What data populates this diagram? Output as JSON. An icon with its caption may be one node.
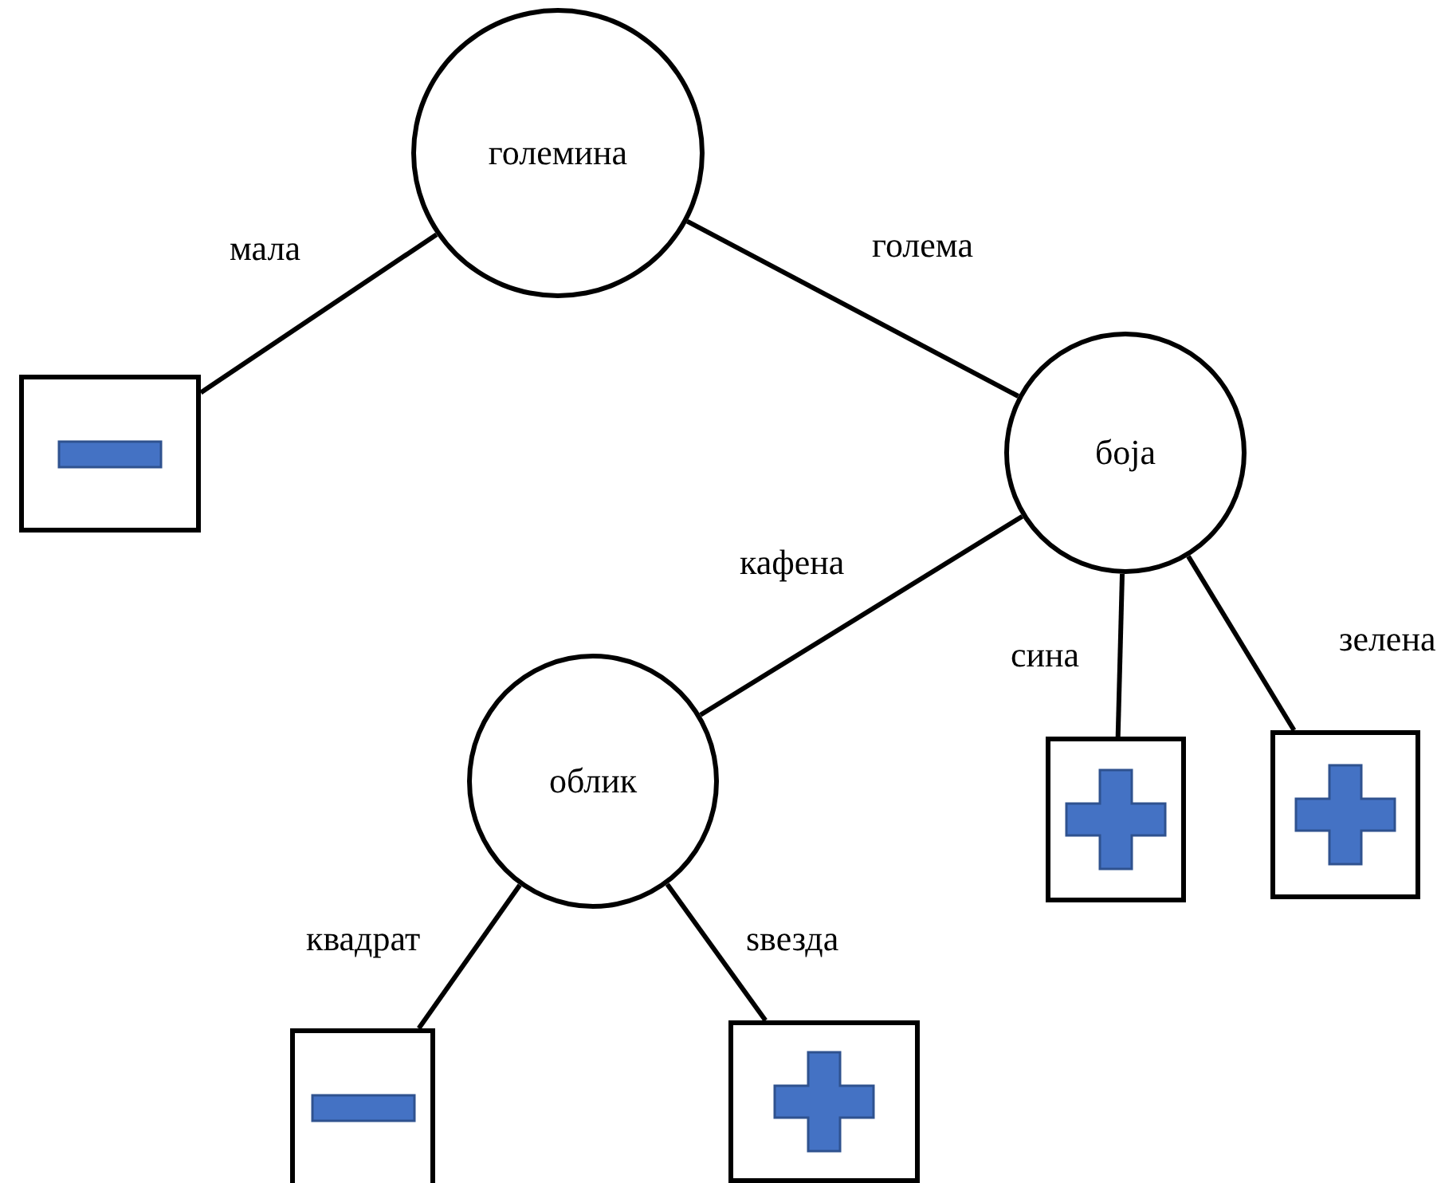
{
  "diagram": {
    "nodes": [
      {
        "text": [
          "големина"
        ]
      },
      {
        "text": [],
        "shape": "box"
      },
      {
        "text": [
          "боја"
        ]
      },
      {
        "text": [
          "облик"
        ]
      },
      {
        "text": [],
        "shape": "box"
      },
      {
        "text": [],
        "shape": "box"
      },
      {
        "text": [],
        "shape": "box"
      },
      {
        "text": [],
        "shape": "box"
      }
    ],
    "edges": [
      {
        "from": 0,
        "to": 1,
        "arrow": "none",
        "label": "мала"
      },
      {
        "from": 0,
        "to": 2,
        "arrow": "none",
        "label": "голема"
      },
      {
        "from": 2,
        "to": 3,
        "arrow": "none",
        "label": "кафена"
      },
      {
        "from": 2,
        "to": 4,
        "arrow": "none",
        "label": "сина"
      },
      {
        "from": 2,
        "to": 5,
        "arrow": "none",
        "label": "зелена"
      },
      {
        "from": 3,
        "to": 6,
        "arrow": "none",
        "label": "квадрат"
      },
      {
        "from": 3,
        "to": 7,
        "arrow": "none",
        "label": "sвезда"
      }
    ]
  }
}
